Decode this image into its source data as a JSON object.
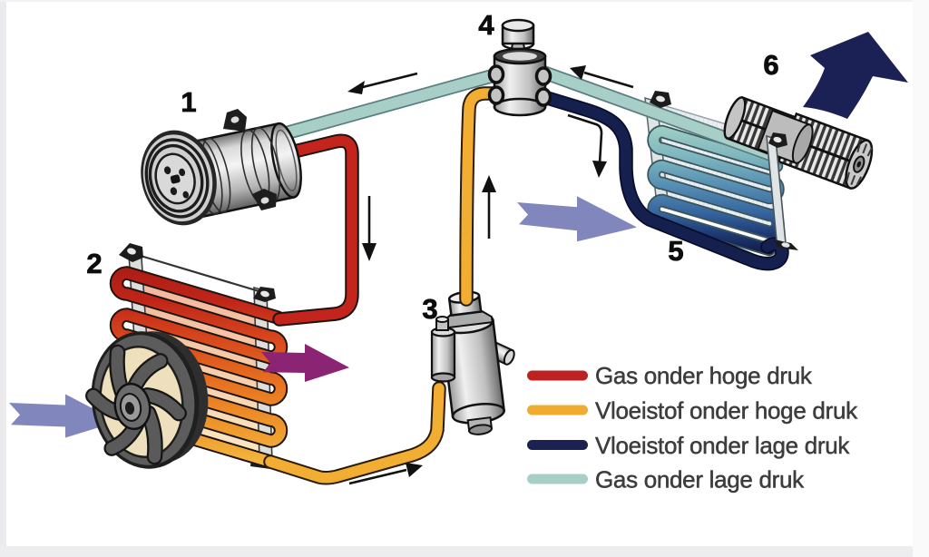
{
  "diagram": {
    "component_labels": [
      {
        "number": "1"
      },
      {
        "number": "2"
      },
      {
        "number": "3"
      },
      {
        "number": "4"
      },
      {
        "number": "5"
      },
      {
        "number": "6"
      }
    ],
    "legend": {
      "items": [
        {
          "label": "Gas onder hoge druk",
          "color": "#bb2221"
        },
        {
          "label": "Vloeistof onder hoge druk",
          "color": "#f0ac31"
        },
        {
          "label": "Vloeistof onder lage druk",
          "color": "#1b2150"
        },
        {
          "label": "Gas onder lage druk",
          "color": "#a8cfc7"
        }
      ]
    },
    "colors": {
      "gas_high_pressure_pipe": "#c3251d",
      "liquid_high_pressure_pipe": "#f2ad33",
      "liquid_low_pressure_pipe": "#16204e",
      "gas_low_pressure_pipe": "#a7cfc8",
      "condenser_air_arrow": "#8b2472",
      "air_flow_arrow": "#8186bc",
      "blower_air_arrow": "#1b2055",
      "background": "#ffffff"
    }
  }
}
